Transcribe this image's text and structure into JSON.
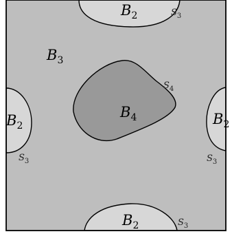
{
  "colors": {
    "outer_region": "#bebebe",
    "inner_region": "#999999",
    "edge_region": "#d7d7d7",
    "stroke": "#000000"
  },
  "regions": {
    "b3": {
      "letter": "B",
      "sub": "3"
    },
    "b4": {
      "letter": "B",
      "sub": "4"
    },
    "b2_top": {
      "letter": "B",
      "sub": "2"
    },
    "b2_bottom": {
      "letter": "B",
      "sub": "2"
    },
    "b2_left": {
      "letter": "B",
      "sub": "2"
    },
    "b2_right": {
      "letter": "B",
      "sub": "2"
    }
  },
  "curves": {
    "s4": {
      "letter": "S",
      "sub": "4"
    },
    "s3_top": {
      "letter": "S",
      "sub": "3"
    },
    "s3_bottom": {
      "letter": "S",
      "sub": "3"
    },
    "s3_left": {
      "letter": "S",
      "sub": "3"
    },
    "s3_right": {
      "letter": "S",
      "sub": "3"
    }
  }
}
